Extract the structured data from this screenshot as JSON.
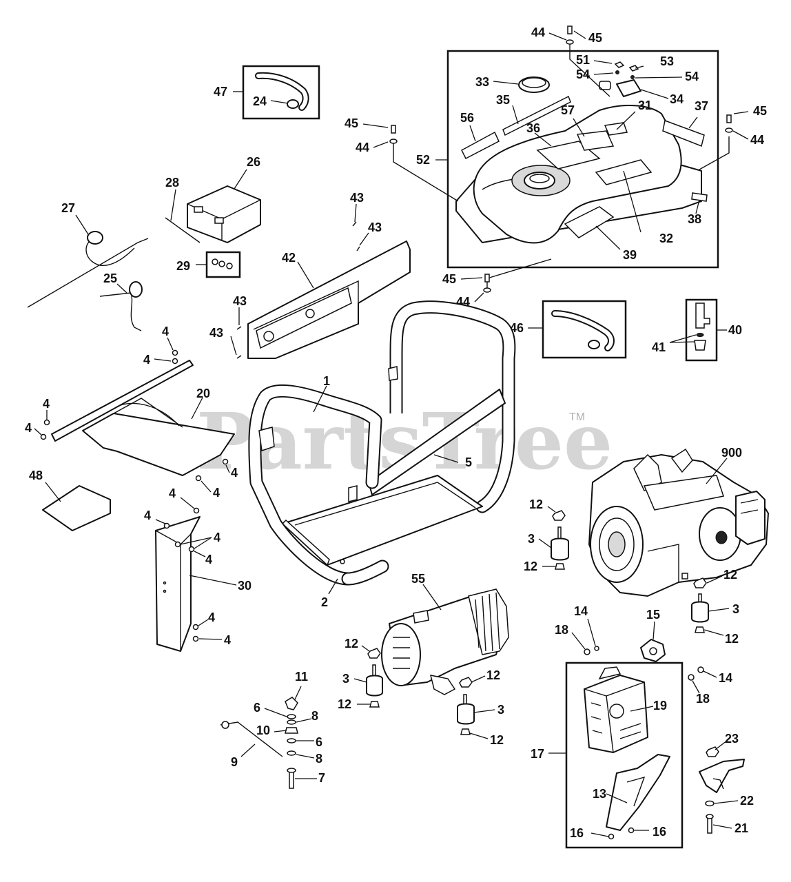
{
  "watermark": {
    "text": "PartsTree",
    "trademark": "TM"
  },
  "callouts": {
    "c1": "1",
    "c2": "2",
    "c5": "5",
    "c20": "20",
    "c48": "48",
    "c30": "30",
    "c4a": "4",
    "c4b": "4",
    "c4c": "4",
    "c4d": "4",
    "c4e": "4",
    "c4f": "4",
    "c4g": "4",
    "c4h": "4",
    "c4i": "4",
    "c4j": "4",
    "c4k": "4",
    "c4l": "4",
    "c27": "27",
    "c28": "28",
    "c26": "26",
    "c29": "29",
    "c25": "25",
    "c47": "47",
    "c24": "24",
    "c42": "42",
    "c43a": "43",
    "c43b": "43",
    "c43c": "43",
    "c43d": "43",
    "c52": "52",
    "c33": "33",
    "c35": "35",
    "c56": "56",
    "c36": "36",
    "c57": "57",
    "c31": "31",
    "c37": "37",
    "c32": "32",
    "c38": "38",
    "c39": "39",
    "c51": "51",
    "c53": "53",
    "c54a": "54",
    "c54b": "54",
    "c34": "34",
    "c44a": "44",
    "c45a": "45",
    "c45b": "45",
    "c44b": "44",
    "c45c": "45",
    "c44c": "44",
    "c45d": "45",
    "c44d": "44",
    "c46": "46",
    "c40": "40",
    "c41": "41",
    "c900": "900",
    "c12a": "12",
    "c3a": "3",
    "c12b": "12",
    "c12c": "12",
    "c3b": "3",
    "c12d": "12",
    "c55": "55",
    "c12e": "12",
    "c3c": "3",
    "c12f": "12",
    "c12g": "12",
    "c3d": "3",
    "c12h": "12",
    "c14a": "14",
    "c18a": "18",
    "c15": "15",
    "c14b": "14",
    "c18b": "18",
    "c17": "17",
    "c19": "19",
    "c13": "13",
    "c16a": "16",
    "c16b": "16",
    "c23": "23",
    "c22": "22",
    "c21": "21",
    "c11": "11",
    "c6a": "6",
    "c8a": "8",
    "c10": "10",
    "c6b": "6",
    "c9": "9",
    "c8b": "8",
    "c7": "7"
  }
}
